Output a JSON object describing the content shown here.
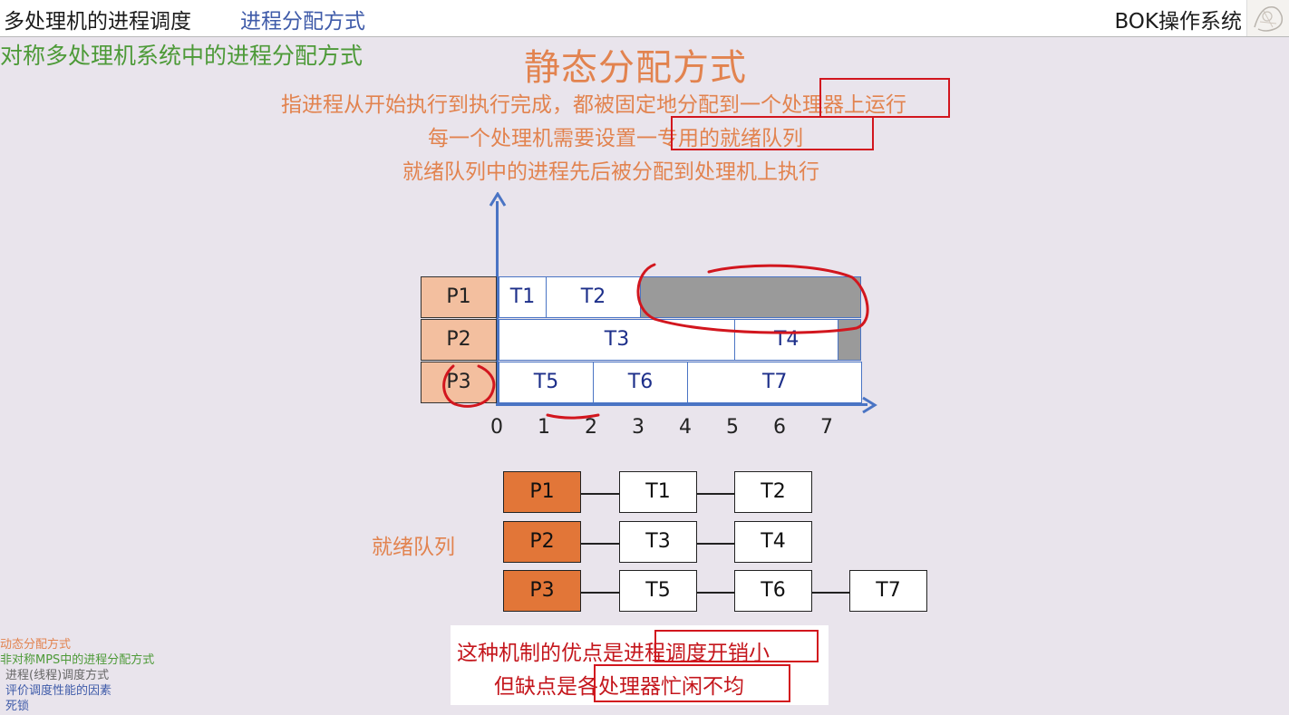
{
  "header": {
    "chapter_title": "多处理机的进程调度",
    "section_title": "进程分配方式",
    "course_name": "BOK操作系统"
  },
  "slide": {
    "subtitle": "对称多处理机系统中的进程分配方式",
    "title": "静态分配方式",
    "descriptions": [
      "指进程从开始执行到执行完成，都被固定地分配到一个处理器上运行",
      "每一个处理机需要设置一专用的就绪队列",
      "就绪队列中的进程先后被分配到处理机上执行"
    ]
  },
  "gantt": {
    "processors": [
      "P1",
      "P2",
      "P3"
    ],
    "rows": [
      {
        "processor": "P1",
        "tasks": [
          {
            "name": "T1",
            "start": 0,
            "end": 1
          },
          {
            "name": "T2",
            "start": 1,
            "end": 3
          }
        ],
        "idle": [
          3,
          7.7
        ]
      },
      {
        "processor": "P2",
        "tasks": [
          {
            "name": "T3",
            "start": 0,
            "end": 5
          },
          {
            "name": "T4",
            "start": 5,
            "end": 7.2
          }
        ],
        "idle": [
          7.2,
          7.7
        ]
      },
      {
        "processor": "P3",
        "tasks": [
          {
            "name": "T5",
            "start": 0,
            "end": 2
          },
          {
            "name": "T6",
            "start": 2,
            "end": 4
          },
          {
            "name": "T7",
            "start": 4,
            "end": 7.7
          }
        ],
        "idle": null
      }
    ],
    "x_ticks": [
      "0",
      "1",
      "2",
      "3",
      "4",
      "5",
      "6",
      "7"
    ]
  },
  "ready_queue": {
    "label": "就绪队列",
    "queues": [
      {
        "processor": "P1",
        "tasks": [
          "T1",
          "T2"
        ]
      },
      {
        "processor": "P2",
        "tasks": [
          "T3",
          "T4"
        ]
      },
      {
        "processor": "P3",
        "tasks": [
          "T5",
          "T6",
          "T7"
        ]
      }
    ]
  },
  "note": {
    "line1": "这种机制的优点是进程调度开销小",
    "line2": "但缺点是各处理器忙闲不均"
  },
  "outline": {
    "items": [
      {
        "text": "动态分配方式",
        "color": "#e2834f"
      },
      {
        "text": "非对称MPS中的进程分配方式",
        "color": "#4d9a38"
      },
      {
        "text": "进程(线程)调度方式",
        "color": "#666666"
      },
      {
        "text": "评价调度性能的因素",
        "color": "#3f5ba9"
      },
      {
        "text": "死锁",
        "color": "#3f5ba9"
      }
    ]
  },
  "colors": {
    "accent_orange": "#e2834f",
    "green": "#4d9a38",
    "blue": "#3f5ba9",
    "red": "#c4161c",
    "processor_fill": "#e27638"
  }
}
